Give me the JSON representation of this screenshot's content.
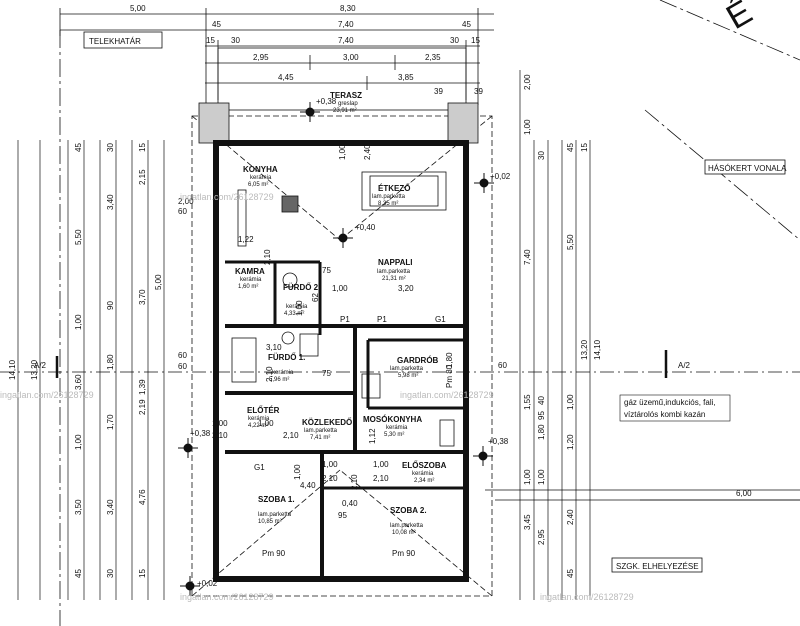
{
  "top_dims": {
    "overall": "8,30",
    "left_offset": "5,00",
    "row2": [
      "45",
      "7,40",
      "45"
    ],
    "row3": [
      "15",
      "30",
      "7,40",
      "30",
      "15"
    ],
    "row4": [
      "2,95",
      "3,00",
      "2,35"
    ],
    "row5": [
      "4,45",
      "3,85"
    ]
  },
  "labels": {
    "telekhatar": "TELEKHATÁR",
    "hasokert": "HÁSÓKERT VONALA",
    "a2_left": "A/2",
    "a2_right": "A/2",
    "szgk": "SZGK. ELHELYEZÉSE",
    "gas_note": [
      "gáz üzemű,indukciós, fali,",
      "víztárolós kombi kazán"
    ],
    "dim_6": "6,00"
  },
  "levels": [
    "+0,38",
    "+0,40",
    "+0,02",
    "+0,38",
    "+0,38",
    "+0,02"
  ],
  "rooms": [
    {
      "name": "TERASZ",
      "floor": "greslap",
      "area": "23,91 m²"
    },
    {
      "name": "KONYHA",
      "floor": "kerámia",
      "area": "6,05 m²"
    },
    {
      "name": "ÉTKEZŐ",
      "floor": "lam.parketta",
      "area": "8,35 m²"
    },
    {
      "name": "KAMRA",
      "floor": "kerámia",
      "area": "1,60 m²"
    },
    {
      "name": "FÜRDŐ 2.",
      "floor": "kerámia",
      "area": "4,33 m²"
    },
    {
      "name": "NAPPALI",
      "floor": "lam.parketta",
      "area": "21,31 m²"
    },
    {
      "name": "FÜRDŐ 1.",
      "floor": "kerámia",
      "area": "5,96 m²"
    },
    {
      "name": "GARDRÓB",
      "floor": "lam.parketta",
      "area": "5,98 m²"
    },
    {
      "name": "ELŐTÉR",
      "floor": "kerámia",
      "area": "4,22 m²"
    },
    {
      "name": "KÖZLEKEDŐ",
      "floor": "lam.parketta",
      "area": "7,41 m²"
    },
    {
      "name": "MOSÓKONYHA",
      "floor": "kerámia",
      "area": "5,30 m²"
    },
    {
      "name": "ELŐSZOBA",
      "floor": "kerámia",
      "area": "2,34 m²"
    },
    {
      "name": "SZOBA 1.",
      "floor": "lam.parketta",
      "area": "10,85 m²"
    },
    {
      "name": "SZOBA 2.",
      "floor": "lam.parketta",
      "area": "10,08 m²"
    }
  ],
  "inner_dims": [
    "2,40",
    "1,00",
    "3,20",
    "1,22",
    "2,10",
    "75",
    "62",
    "1,00",
    "3,10",
    "2,10",
    "75",
    "1,00",
    "2,10",
    "1,00",
    "2,10",
    "1,00",
    "2,10",
    "1,00",
    "2,10",
    "1,00",
    "2,10",
    "95",
    "1,80",
    "1,12",
    "Pm 90",
    "Pm 90",
    "Pm 80",
    "P1",
    "P1",
    "G1",
    "G1",
    "60",
    "60",
    "60",
    "60",
    "39",
    "39",
    "4,40",
    "1,00",
    "2,00",
    "0,40"
  ],
  "left_dims": {
    "col1": [
      "14,10"
    ],
    "col2": [
      "13,20"
    ],
    "col3": [
      "45",
      "5,50",
      "1,00",
      "3,60",
      "1,00",
      "3,50",
      "45"
    ],
    "col4": [
      "30",
      "3,40",
      "90",
      "1,80",
      "1,70",
      "3,40",
      "30"
    ],
    "col5": [
      "15",
      "2,15",
      "3,70",
      "1,39",
      "2,19",
      "4,76",
      "15"
    ],
    "col6": [
      "5,00"
    ]
  },
  "right_dims": {
    "col1": [
      "2,00",
      "1,00",
      "7,40",
      "1,55",
      "1,00",
      "3,45"
    ],
    "col2": [
      "30",
      "40",
      "95",
      "1,80",
      "1,00",
      "2,95"
    ],
    "col3": [
      "45",
      "5,50",
      "1,00",
      "1,20",
      "2,40",
      "45"
    ],
    "col4": [
      "15",
      "13,20",
      "14,10"
    ]
  },
  "watermark": "ingatlan.com/26128729",
  "corner": "É"
}
